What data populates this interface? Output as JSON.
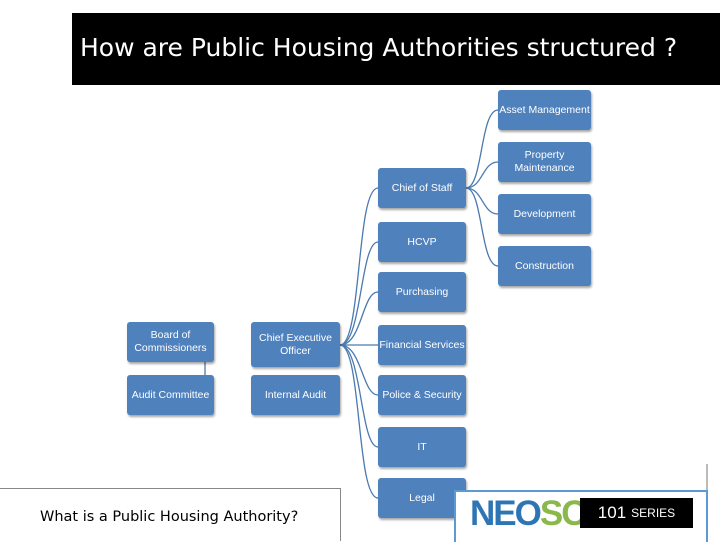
{
  "slide": {
    "title": "How are Public Housing Authorities structured ?"
  },
  "org_chart": {
    "board": "Board of Commissioners",
    "ceo": "Chief Executive Officer",
    "audit_committee": "Audit Committee",
    "internal_audit": "Internal Audit",
    "chief_of_staff": "Chief of Staff",
    "hcvp": "HCVP",
    "purchasing": "Purchasing",
    "financial_services": "Financial Services",
    "police_security": "Police & Security",
    "it": "IT",
    "legal": "Legal",
    "asset_management": "Asset Management",
    "property_maintenance": "Property Maintenance",
    "development": "Development",
    "construction": "Construction"
  },
  "footer": {
    "question": "What is a Public Housing Authority?",
    "logo_neo": "NEO",
    "logo_scc": "SCC",
    "series_number": "101",
    "series_word": "SERIES"
  },
  "colors": {
    "box": "#4f81bd",
    "title_bar": "#000000",
    "logo_blue": "#2e75b6",
    "logo_green": "#8ab84a"
  }
}
